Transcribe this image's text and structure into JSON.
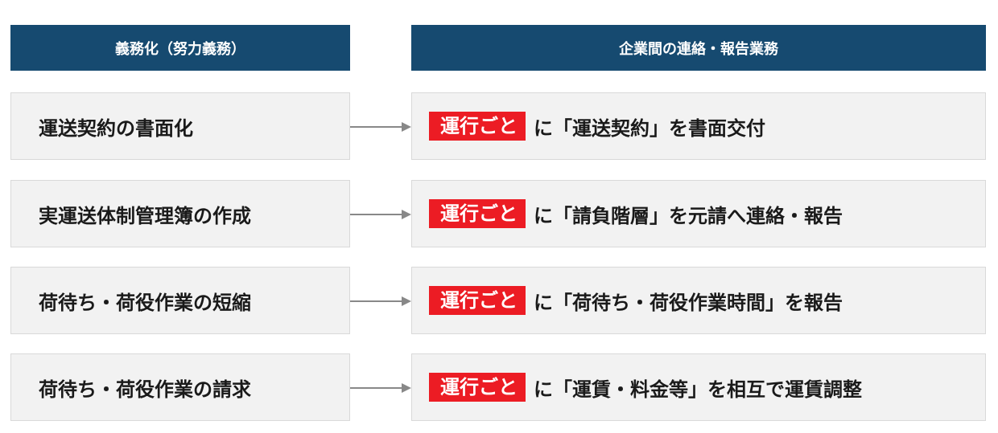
{
  "headers": {
    "left": "義務化（努力義務）",
    "right": "企業間の連絡・報告業務"
  },
  "rows": [
    {
      "left": "運送契約の書面化",
      "tag": "運行ごと",
      "right": "に「運送契約」を書面交付"
    },
    {
      "left": "実運送体制管理簿の作成",
      "tag": "運行ごと",
      "right": "に「請負階層」を元請へ連絡・報告"
    },
    {
      "left": "荷待ち・荷役作業の短縮",
      "tag": "運行ごと",
      "right": "に「荷待ち・荷役作業時間」を報告"
    },
    {
      "left": "荷待ち・荷役作業の請求",
      "tag": "運行ごと",
      "right": "に「運賃・料金等」を相互で運賃調整"
    }
  ],
  "colors": {
    "header_bg": "#164a70",
    "tag_bg": "#ec1c24",
    "box_bg": "#f2f2f2",
    "arrow": "#888888"
  }
}
